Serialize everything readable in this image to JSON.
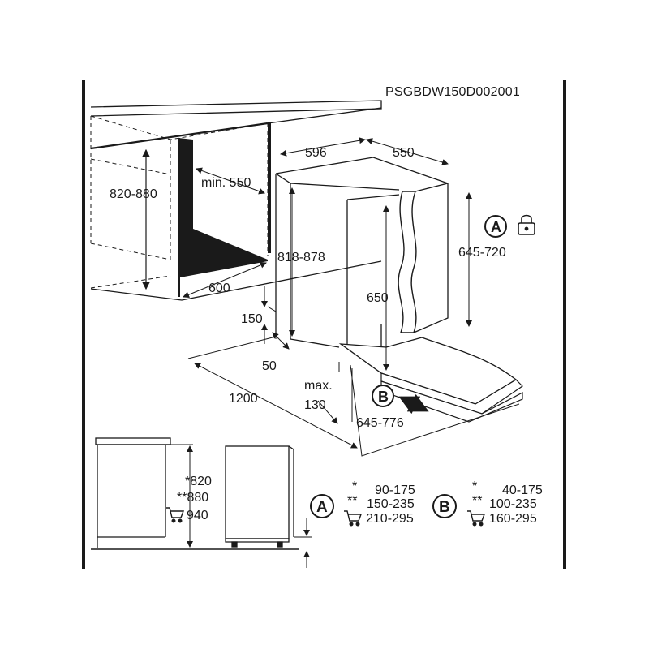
{
  "header": {
    "code": "PSGBDW150D002001"
  },
  "main_view": {
    "labels": {
      "cabinet_height": "820-880",
      "min_depth": "min. 550",
      "cavity_depth": "600",
      "width": "596",
      "depth": "550",
      "body_height": "818-878",
      "door_height": "650",
      "hinge_range": "645-720",
      "gap_150": "150",
      "gap_50": "50",
      "door_clearance": "1200",
      "max_label": "max.",
      "max_value": "130",
      "slide_range": "645-776",
      "marker_a": "A",
      "marker_b": "B"
    }
  },
  "side_views": {
    "height_labels": [
      "*820",
      "**880",
      "940"
    ],
    "icons": [
      "cart-icon"
    ]
  },
  "legend": {
    "a": {
      "marker": "A",
      "rows": [
        {
          "prefix": "*",
          "value": "90-175"
        },
        {
          "prefix": "**",
          "value": "150-235"
        },
        {
          "prefix": "cart-icon",
          "value": "210-295"
        }
      ]
    },
    "b": {
      "marker": "B",
      "rows": [
        {
          "prefix": "*",
          "value": "40-175"
        },
        {
          "prefix": "**",
          "value": "100-235"
        },
        {
          "prefix": "cart-icon",
          "value": "160-295"
        }
      ]
    }
  },
  "colors": {
    "ink": "#1a1a1a",
    "cavity": "#1a1a1a",
    "page": "#ffffff"
  }
}
